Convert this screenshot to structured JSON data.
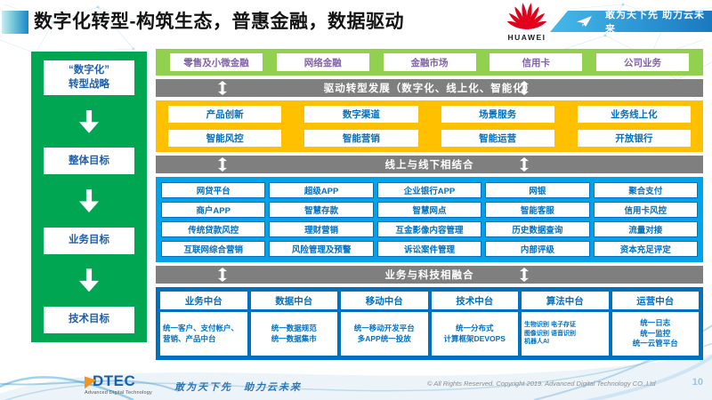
{
  "page": {
    "title": "数字化转型-构筑生态，普惠金融，数据驱动",
    "page_number": "10"
  },
  "header": {
    "huawei_wordmark": "HUAWEI",
    "banner_slogan": "敢为天下先 助力云未来"
  },
  "sidebar": {
    "strategy": "“数字化”\n转型战略",
    "goals": [
      "整体目标",
      "业务目标",
      "技术目标"
    ]
  },
  "business_row": {
    "items": [
      "零售及小微金融",
      "网络金融",
      "金融市场",
      "信用卡",
      "公司业务"
    ]
  },
  "banners": {
    "drive": "驱动转型发展（数字化、线上化、智能化）",
    "online_offline": "线上与线下相结合",
    "tech_fusion": "业务与科技相融合"
  },
  "capability_grid": {
    "rows": [
      [
        "产品创新",
        "数字渠道",
        "场景服务",
        "业务线上化"
      ],
      [
        "智能风控",
        "智能营销",
        "智能运营",
        "开放银行"
      ]
    ]
  },
  "application_grid": {
    "rows": [
      [
        "网贷平台",
        "超级APP",
        "企业银行APP",
        "网银",
        "聚合支付"
      ],
      [
        "商户APP",
        "智慧存款",
        "智慧网点",
        "智能客服",
        "信用卡风控"
      ],
      [
        "传统贷款风控",
        "理财营销",
        "互金影像内容管理",
        "历史数据查询",
        "流量对接"
      ],
      [
        "互联网综合营销",
        "风险管理及预警",
        "诉讼案件管理",
        "内部评级",
        "资本充足评定"
      ]
    ]
  },
  "platforms": {
    "columns": [
      {
        "title": "业务中台",
        "desc": "统一客户、支付帐户、营销、产品中台"
      },
      {
        "title": "数据中台",
        "desc": "统一数据规范\n统一数据集市"
      },
      {
        "title": "移动中台",
        "desc": "统一移动开发平台\n多APP统一投放"
      },
      {
        "title": "技术中台",
        "desc": "统一分布式\n计算框架DEVOPS"
      },
      {
        "title": "算法中台",
        "desc": "生物识别 电子存证\n图像识别 语音识别\n机器人AI"
      },
      {
        "title": "运营中台",
        "desc": "统一日志\n统一监控\n统一云管平台"
      }
    ]
  },
  "footer": {
    "logo_word": "DTEC",
    "logo_sub": "Advanced Digital Technology",
    "slogan": "敢为天下先　助力云未来",
    "copyright": "© All Rights Reserved. Copyright 2019. Advanced Digital Technology CO.,Ltd"
  },
  "colors": {
    "sidebar_green": "#00a651",
    "light_green": "#92d050",
    "yellow": "#ffc000",
    "banner_gray": "#7f7f7f",
    "bright_blue": "#00a2e9",
    "dark_blue": "#0070c0",
    "purple_text": "#8064a2",
    "huawei_red": "#e2001a",
    "top_banner_gradient": [
      "#45b9ea",
      "#1a79c0"
    ]
  }
}
